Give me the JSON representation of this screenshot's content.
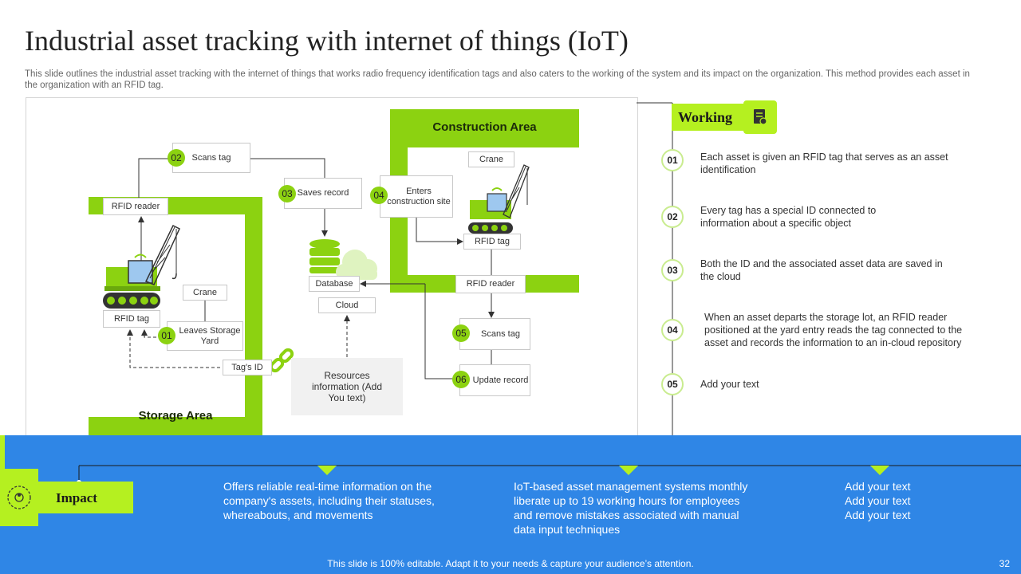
{
  "title": "Industrial asset tracking with internet of things (IoT)",
  "subtitle": "This slide outlines the industrial asset tracking with the internet of things that works radio frequency identification tags and also caters to the working of the system and its impact on the organization. This method provides each asset in the organization with an RFID tag.",
  "diagram": {
    "construction_label": "Construction Area",
    "storage_label": "Storage Area",
    "steps": {
      "s01": "01",
      "s02": "02",
      "s03": "03",
      "s04": "04",
      "s05": "05",
      "s06": "06"
    },
    "labels": {
      "scans_tag_top": "Scans tag",
      "rfid_reader_left": "RFID  reader",
      "saves_record": "Saves record",
      "enters_site": "Enters construction site",
      "crane_right": "Crane",
      "rfid_tag_right": "RFID  tag",
      "rfid_reader_right": "RFID  reader",
      "database": "Database",
      "cloud": "Cloud",
      "crane_left": "Crane",
      "rfid_tag_left": "RFID  tag",
      "leaves_yard": "Leaves Storage Yard",
      "tags_id": "Tag's ID",
      "resources": "Resources information (Add You text)",
      "scans_tag_right": "Scans tag",
      "update_record": "Update record"
    }
  },
  "working": {
    "heading": "Working",
    "items": [
      {
        "num": "01",
        "text": "Each asset is given  an RFID tag that serves as an asset identification"
      },
      {
        "num": "02",
        "text": "Every tag has a special ID connected to information  about a specific object"
      },
      {
        "num": "03",
        "text": "Both the ID and the associated asset data are saved in the cloud"
      },
      {
        "num": "04",
        "text": "When an asset departs the storage lot, an RFID reader positioned at the yard entry reads the tag connected to the asset and records the information to an in-cloud repository"
      },
      {
        "num": "05",
        "text": "Add your text"
      }
    ]
  },
  "impact": {
    "heading": "Impact",
    "col1": "Offers reliable real-time information on the company's assets, including their statuses, whereabouts, and movements",
    "col2": "IoT-based asset management systems monthly liberate up to 19 working hours for employees and remove mistakes associated with manual data input techniques",
    "col3": [
      "Add your text",
      "Add your text",
      "Add your text"
    ]
  },
  "footer": "This slide is 100% editable. Adapt it to your needs & capture your audience’s attention.",
  "page_number": "32",
  "colors": {
    "accent_green": "#8cd211",
    "blue_band": "#2f86e6",
    "bright_green": "#b5f020"
  }
}
